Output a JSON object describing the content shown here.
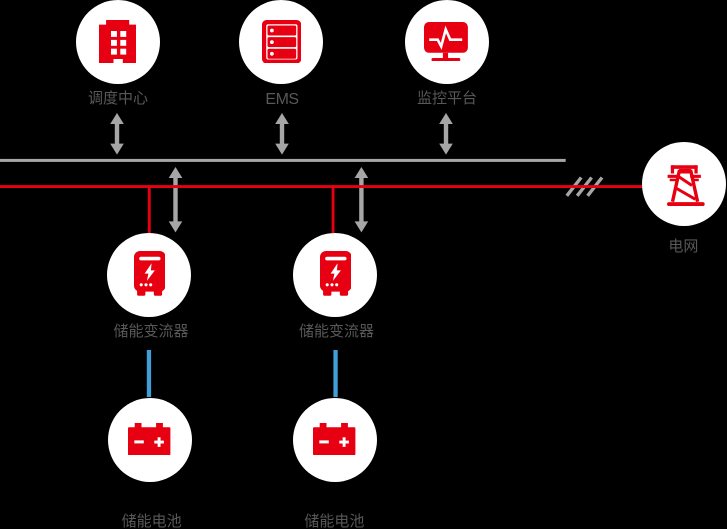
{
  "diagram": {
    "type": "energy-storage-system-topology",
    "nodes": {
      "dispatch_center": {
        "label": "调度中心",
        "icon": "building-icon"
      },
      "ems": {
        "label": "EMS",
        "icon": "server-icon"
      },
      "monitoring_platform": {
        "label": "监控平台",
        "icon": "monitor-icon"
      },
      "converter_1": {
        "label": "储能变流器",
        "icon": "inverter-icon"
      },
      "converter_2": {
        "label": "储能变流器",
        "icon": "inverter-icon"
      },
      "battery_1": {
        "label": "储能电池",
        "icon": "battery-icon"
      },
      "battery_2": {
        "label": "储能电池",
        "icon": "battery-icon"
      },
      "grid": {
        "label": "电网",
        "icon": "transmission-tower-icon"
      }
    },
    "connections": {
      "communication_bus": {
        "color": "#a6a6a6",
        "style": "solid"
      },
      "power_bus": {
        "color": "#e60012",
        "style": "solid"
      },
      "battery_links": {
        "color": "#3f9fd6",
        "style": "solid"
      },
      "bidirectional_arrows": {
        "color": "#a6a6a6",
        "count": 5
      },
      "grid_break_slashes": {
        "color": "#a6a6a6",
        "count": 3
      }
    }
  },
  "colors": {
    "background": "#000000",
    "node_fill": "#ffffff",
    "accent_red": "#e60012",
    "line_gray": "#a6a6a6",
    "label_gray": "#595757",
    "link_blue": "#3f9fd6"
  }
}
